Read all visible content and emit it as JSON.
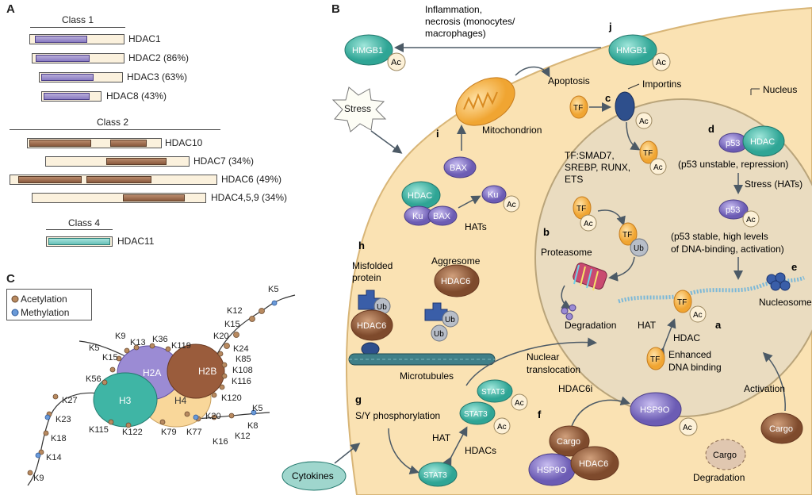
{
  "panels": {
    "a": "A",
    "b": "B",
    "c": "C"
  },
  "panel_a": {
    "class1_title": "Class 1",
    "class2_title": "Class 2",
    "class4_title": "Class 4",
    "hdacs": {
      "hdac1": "HDAC1",
      "hdac2": "HDAC2 (86%)",
      "hdac3": "HDAC3 (63%)",
      "hdac8": "HDAC8 (43%)",
      "hdac10": "HDAC10",
      "hdac7": "HDAC7 (34%)",
      "hdac6": "HDAC6 (49%)",
      "hdac459": "HDAC4,5,9 (34%)",
      "hdac11": "HDAC11"
    }
  },
  "panel_c": {
    "legend_acetylation": "Acetylation",
    "legend_methylation": "Methylation",
    "histones": {
      "h2a": "H2A",
      "h2b": "H2B",
      "h3": "H3",
      "h4": "H4"
    },
    "labels": {
      "k5_top": "K5",
      "k12_top": "K12",
      "k15_top": "K15",
      "k20_top": "K20",
      "k24": "K24",
      "k85": "K85",
      "k108": "K108",
      "k116": "K116",
      "k120": "K120",
      "k9_h2a": "K9",
      "k13": "K13",
      "k36": "K36",
      "k119": "K119",
      "k5_h2a": "K5",
      "k15_h2a": "K15",
      "k56": "K56",
      "k27": "K27",
      "k23": "K23",
      "k18": "K18",
      "k14": "K14",
      "k9_h3": "K9",
      "k115": "K115",
      "k122": "K122",
      "k79": "K79",
      "k77": "K77",
      "k20_h4": "K20",
      "k16": "K16",
      "k12_h4": "K12",
      "k8": "K8",
      "k5_h4": "K5"
    }
  },
  "panel_b": {
    "sub_a": "a",
    "sub_b": "b",
    "sub_c": "c",
    "sub_d": "d",
    "sub_e": "e",
    "sub_f": "f",
    "sub_g": "g",
    "sub_h": "h",
    "sub_i": "i",
    "sub_j": "j",
    "inflammation_1": "Inflammation,",
    "inflammation_2": "necrosis (monocytes/",
    "inflammation_3": "macrophages)",
    "hmgb1": "HMGB1",
    "ac": "Ac",
    "ub": "Ub",
    "tf": "TF",
    "stress": "Stress",
    "apoptosis": "Apoptosis",
    "mitochondrion": "Mitochondrion",
    "importins": "Importins",
    "nucleus": "Nucleus",
    "bax": "BAX",
    "hdac": "HDAC",
    "ku": "Ku",
    "hats": "HATs",
    "tf_list_1": "TF:SMAD7,",
    "tf_list_2": "SREBP, RUNX,",
    "tf_list_3": "ETS",
    "p53": "p53",
    "p53_unstable": "(p53 unstable, repression)",
    "stress_hats": "Stress (HATs)",
    "p53_stable_1": "(p53 stable, high levels",
    "p53_stable_2": "of DNA-binding, activation)",
    "proteasome": "Proteasome",
    "degradation": "Degradation",
    "nucleosome": "Nucleosome",
    "hat": "HAT",
    "enhanced_1": "Enhanced",
    "enhanced_2": "DNA binding",
    "misfolded_1": "Misfolded",
    "misfolded_2": "protein",
    "aggresome": "Aggresome",
    "hdac6": "HDAC6",
    "microtubules": "Microtubules",
    "nuclear_1": "Nuclear",
    "nuclear_2": "translocation",
    "stat3": "STAT3",
    "sy_phos": "S/Y phosphorylation",
    "hdacs": "HDACs",
    "cytokines": "Cytokines",
    "hdac6i": "HDAC6i",
    "hsp90": "HSP9O",
    "cargo": "Cargo",
    "activation": "Activation"
  },
  "colors": {
    "cell_fill": "#fae2b3",
    "nucleus_fill": "#eadcc0",
    "teal": "#4dbfb0",
    "purple": "#8b7cc8",
    "brown": "#9a5c3c",
    "orange": "#f8b34a",
    "arrow": "#4c5a66"
  }
}
